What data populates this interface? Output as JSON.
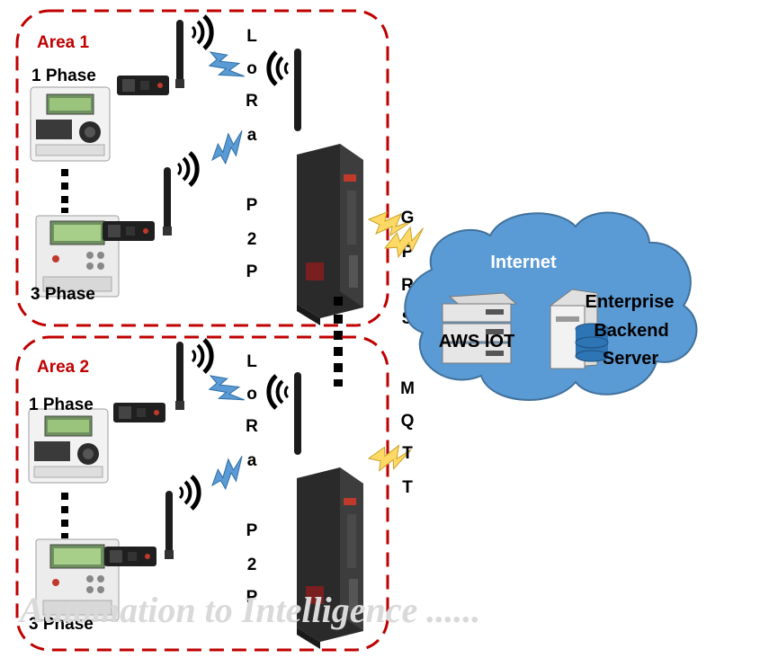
{
  "areas": [
    {
      "label": "Area 1",
      "top_meter": "1 Phase",
      "bottom_meter": "3 Phase",
      "link_letters": [
        "L",
        "o",
        "R",
        "a",
        "P",
        "2",
        "P"
      ]
    },
    {
      "label": "Area 2",
      "top_meter": "1 Phase",
      "bottom_meter": "3 Phase",
      "link_letters": [
        "L",
        "o",
        "R",
        "a",
        "P",
        "2",
        "P"
      ]
    }
  ],
  "uplink_letters_1": [
    "G",
    "P",
    "R",
    "S"
  ],
  "uplink_letters_2": [
    "M",
    "Q",
    "T",
    "T"
  ],
  "cloud": {
    "title": "Internet",
    "aws_label": "AWS IOT",
    "server_label_lines": [
      "Enterprise",
      "Backend",
      "Server"
    ]
  },
  "watermark": "Automation to Intelligence ......",
  "colors": {
    "area_border": "#c00000",
    "cloud_fill": "#5b9bd5",
    "lightning_blue": "#5b9bd5",
    "lightning_yellow": "#ffd966"
  }
}
